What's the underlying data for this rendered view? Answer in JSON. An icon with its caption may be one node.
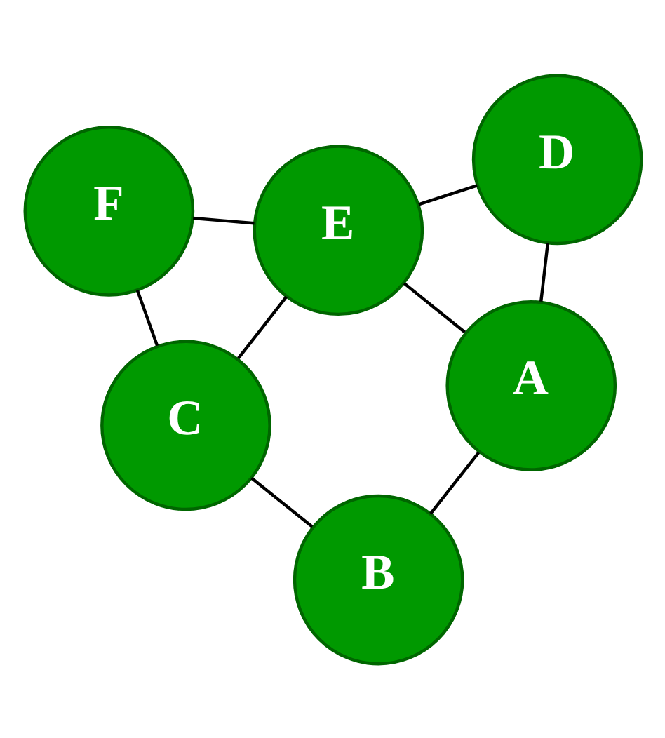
{
  "diagram": {
    "nodes": [
      {
        "text": [
          "B"
        ]
      },
      {
        "text": [
          "A"
        ]
      },
      {
        "text": [
          "C"
        ]
      },
      {
        "text": [
          "D"
        ]
      },
      {
        "text": [
          "E"
        ]
      },
      {
        "text": [
          "F"
        ]
      }
    ],
    "edges": [
      {
        "from": 1,
        "to": 0,
        "arrow": "none"
      },
      {
        "from": 0,
        "to": 2,
        "arrow": "none"
      },
      {
        "from": 1,
        "to": 3,
        "arrow": "none"
      },
      {
        "from": 1,
        "to": 4,
        "arrow": "none"
      },
      {
        "from": 2,
        "to": 4,
        "arrow": "none"
      },
      {
        "from": 2,
        "to": 5,
        "arrow": "none"
      },
      {
        "from": 3,
        "to": 4,
        "arrow": "none"
      },
      {
        "from": 4,
        "to": 5,
        "arrow": "none"
      }
    ]
  }
}
